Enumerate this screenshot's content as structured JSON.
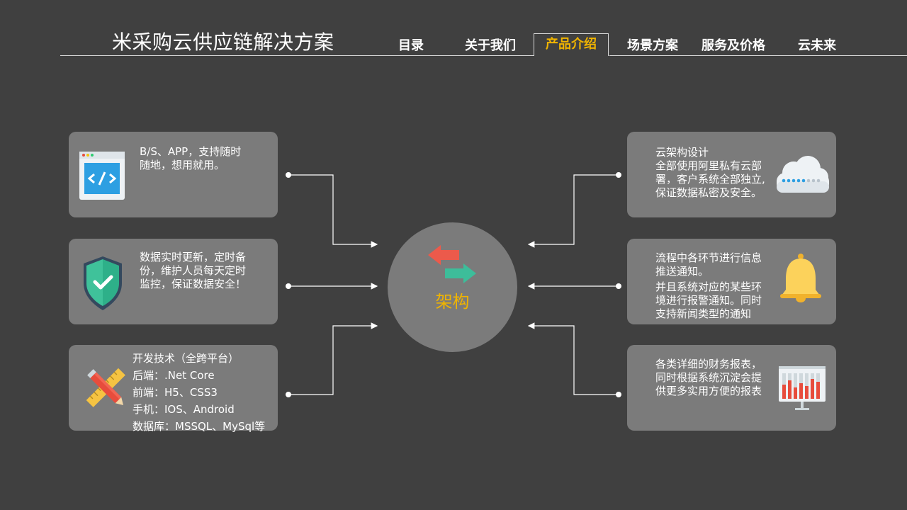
{
  "header": {
    "title": "米采购云供应链解决方案",
    "nav": [
      "目录",
      "关于我们",
      "产品介绍",
      "场景方案",
      "服务及价格",
      "云未来"
    ],
    "active": "产品介绍"
  },
  "center": {
    "label": "架构"
  },
  "cards": {
    "left": [
      {
        "lines": [
          "B/S、APP，支持随时",
          "随地，想用就用。"
        ],
        "icon": "code-window-icon"
      },
      {
        "lines": [
          "数据实时更新，定时备",
          "份，维护人员每天定时",
          "监控，保证数据安全！"
        ],
        "icon": "shield-check-icon"
      },
      {
        "lines": [
          "开发技术（全跨平台）",
          "后端：.Net Core",
          "前端：H5、CSS3",
          "手机：IOS、Android",
          "数据库：MSSQL、MySql等"
        ],
        "icon": "pencil-ruler-icon"
      }
    ],
    "right": [
      {
        "lines": [
          "云架构设计",
          "全部使用阿里私有云部",
          "署，客户系统全部独立,",
          "保证数据私密及安全。"
        ],
        "icon": "cloud-server-icon"
      },
      {
        "lines": [
          "流程中各环节进行信息",
          "推送通知。",
          "并且系统对应的某些环",
          "境进行报警通知。同时",
          "支持新闻类型的通知"
        ],
        "icon": "bell-icon"
      },
      {
        "lines": [
          "各类详细的财务报表，",
          "同时根据系统沉淀会提",
          "供更多实用方便的报表"
        ],
        "icon": "bar-chart-board-icon"
      }
    ]
  },
  "colors": {
    "background": "#404040",
    "card": "#7b7b7b",
    "accent": "#f0b400"
  }
}
